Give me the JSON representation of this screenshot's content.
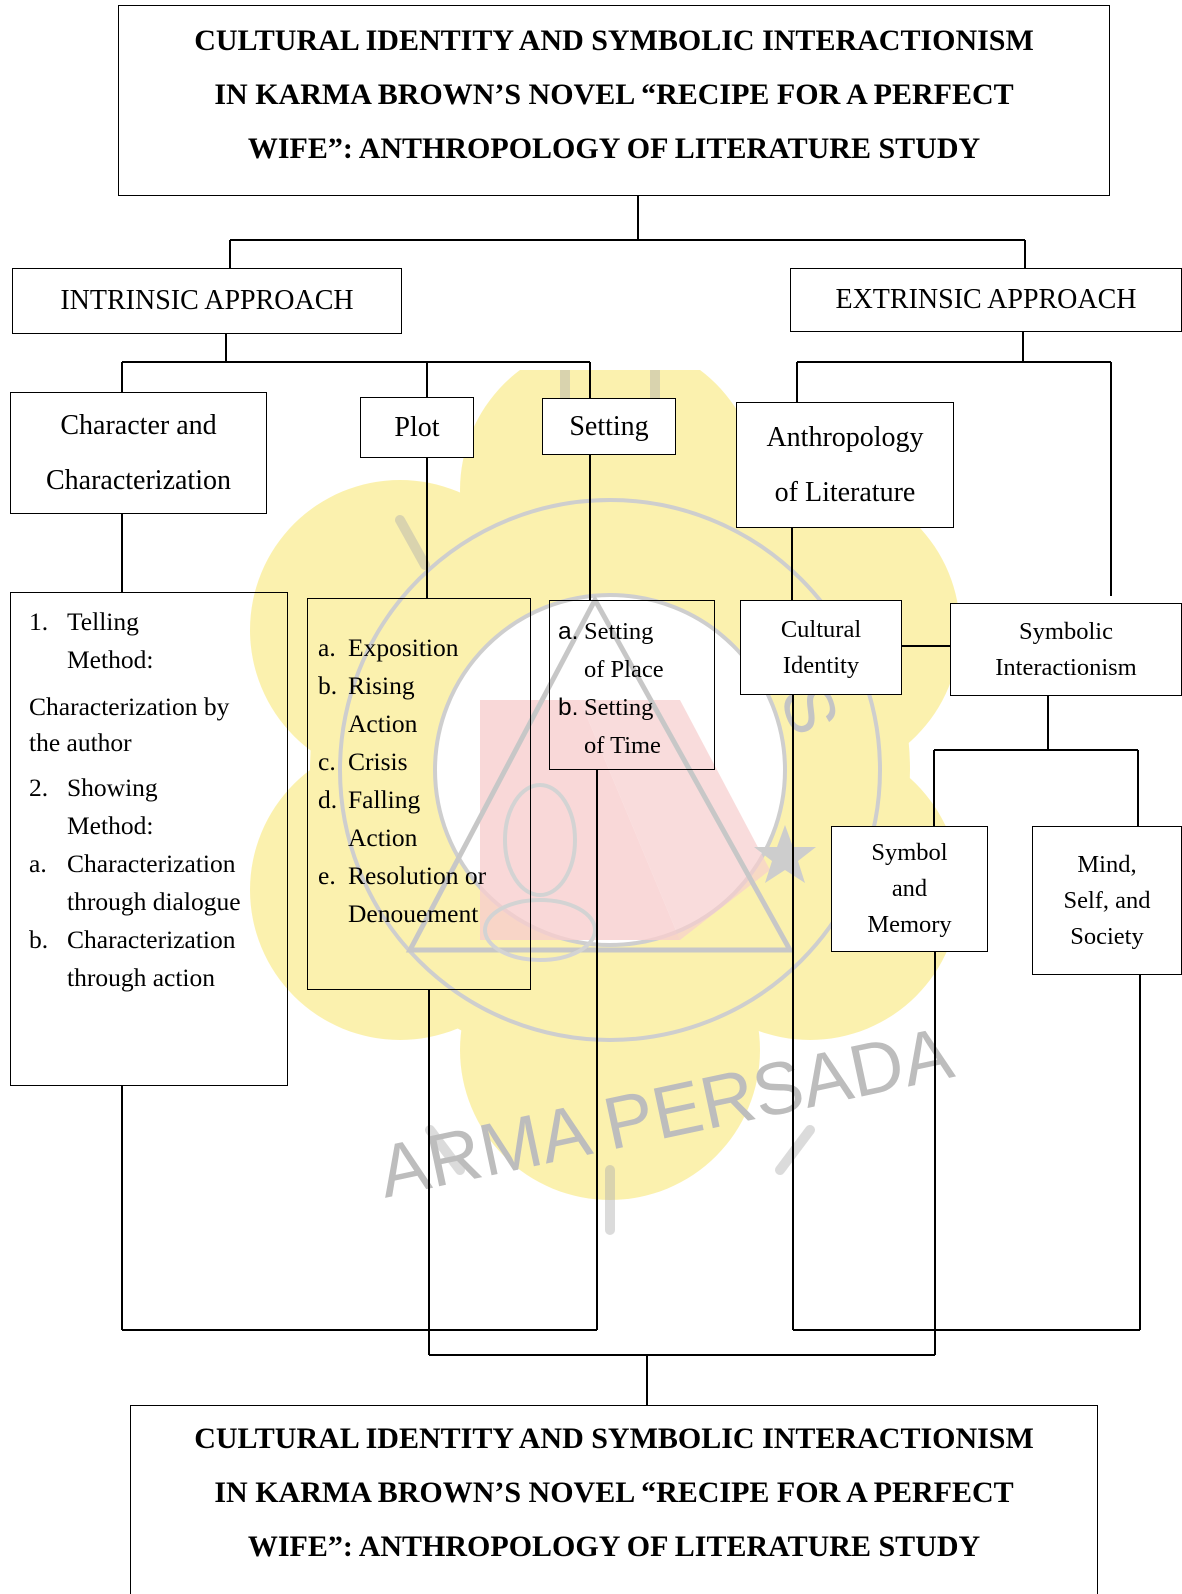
{
  "title": {
    "lines": [
      "CULTURAL IDENTITY AND SYMBOLIC INTERACTIONISM",
      "IN KARMA BROWN’S NOVEL “RECIPE FOR A PERFECT",
      "WIFE”: ANTHROPOLOGY OF LITERATURE STUDY"
    ]
  },
  "approaches": {
    "intrinsic": "INTRINSIC APPROACH",
    "extrinsic": "EXTRINSIC APPROACH"
  },
  "intrinsic": {
    "character": {
      "lines": [
        "Character and",
        "Characterization"
      ]
    },
    "plot": "Plot",
    "setting": "Setting",
    "character_details": {
      "item1_marker": "1.",
      "item1_lines": [
        "Telling",
        "Method:"
      ],
      "item1_note_lines": [
        "Characterization by",
        "the author"
      ],
      "item2_marker": "2.",
      "item2_lines": [
        "Showing",
        "Method:"
      ],
      "subitems": [
        {
          "marker": "a.",
          "lines": [
            "Characterization",
            "through dialogue"
          ]
        },
        {
          "marker": "b.",
          "lines": [
            "Characterization",
            "through action"
          ]
        }
      ]
    },
    "plot_details": [
      {
        "marker": "a.",
        "lines": [
          "Exposition"
        ]
      },
      {
        "marker": "b.",
        "lines": [
          "Rising",
          "Action"
        ]
      },
      {
        "marker": "c.",
        "lines": [
          "Crisis"
        ]
      },
      {
        "marker": "d.",
        "lines": [
          "Falling",
          "Action"
        ]
      },
      {
        "marker": "e.",
        "lines": [
          "Resolution or",
          "Denouement"
        ]
      }
    ],
    "setting_details": [
      {
        "marker": "a.",
        "lines": [
          "Setting",
          "of Place"
        ]
      },
      {
        "marker": "b.",
        "lines": [
          "Setting",
          "of Time"
        ]
      }
    ]
  },
  "extrinsic": {
    "anthropology": {
      "lines": [
        "Anthropology",
        "of Literature"
      ]
    },
    "cultural_identity": {
      "lines": [
        "Cultural",
        "Identity"
      ]
    },
    "symbolic_interactionism": {
      "lines": [
        "Symbolic",
        "Interactionism"
      ]
    },
    "symbol_memory": {
      "lines": [
        "Symbol",
        "and",
        "Memory"
      ]
    },
    "mind_self_society": {
      "lines": [
        "Mind,",
        "Self, and",
        "Society"
      ]
    }
  },
  "watermark": {
    "text": "ARMA PERSADA",
    "text_right": "AS",
    "colors": {
      "yellow": "#fbf0a6",
      "red": "#f7c9c9",
      "gray": "#b9b9b9"
    }
  }
}
